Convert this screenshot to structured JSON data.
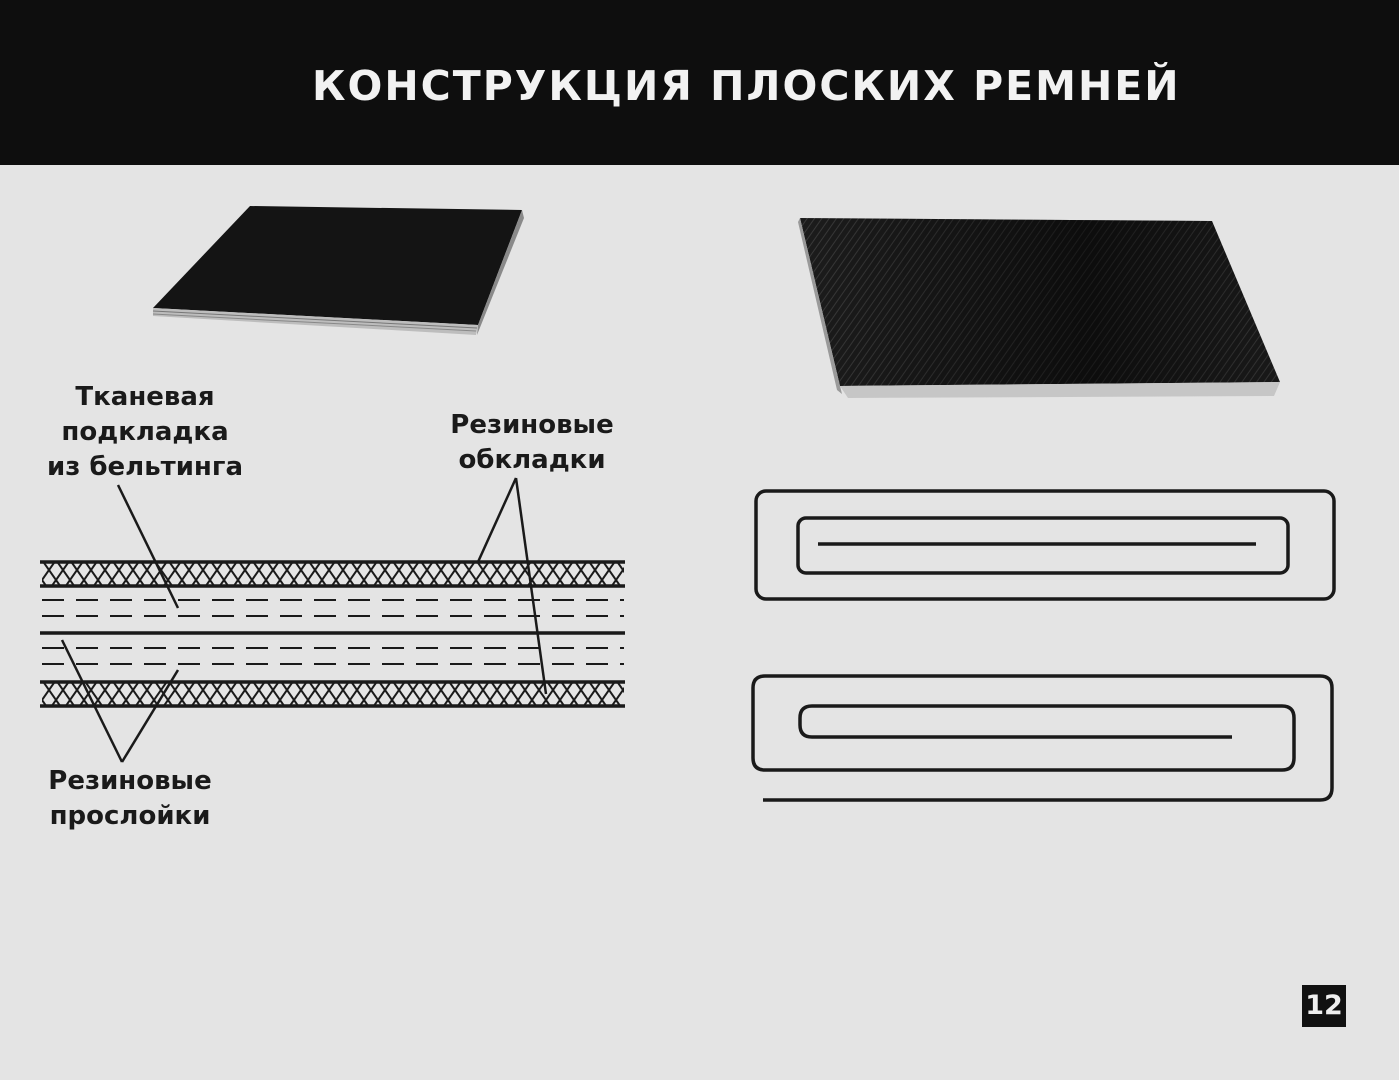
{
  "title": "КОНСТРУКЦИЯ ПЛОСКИХ РЕМНЕЙ",
  "labels": {
    "fabric_lining": [
      "Тканевая",
      "подкладка",
      "из бельтинга"
    ],
    "rubber_covers": [
      "Резиновые",
      "обкладки"
    ],
    "rubber_interlayers": [
      "Резиновые",
      "прослойки"
    ]
  },
  "slide_number": "12",
  "colors": {
    "background": "#e4e4e4",
    "header": "#0e0e0e",
    "ink": "#1a1a1a"
  }
}
